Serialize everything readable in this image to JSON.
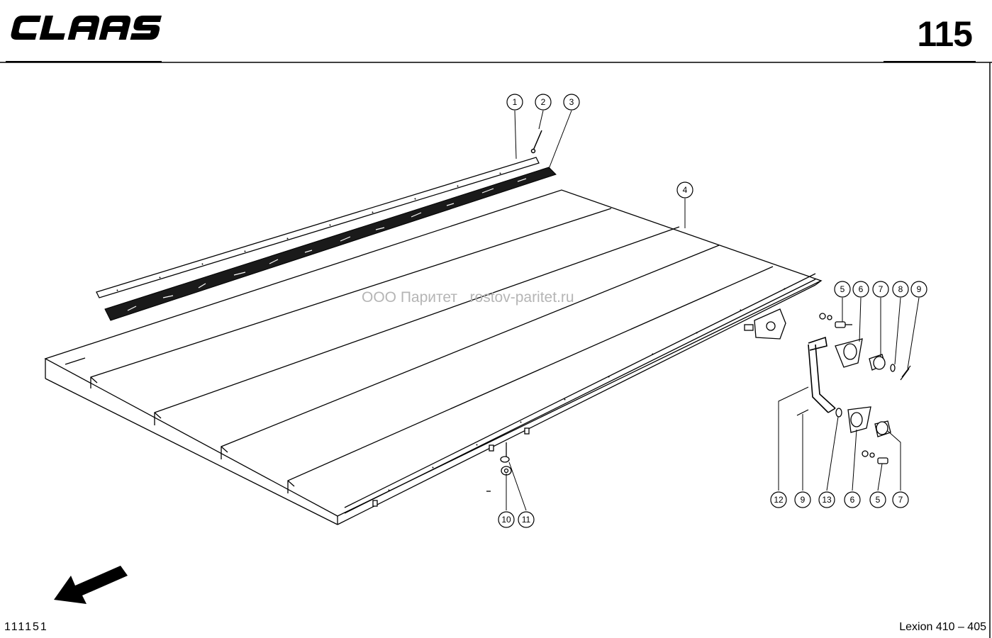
{
  "header": {
    "brand": "CLAAS",
    "page_number": "115"
  },
  "watermark": {
    "company": "ООО Паритет",
    "website": "rostov-paritet.ru"
  },
  "callouts": [
    {
      "id": "c1-top",
      "label": "1"
    },
    {
      "id": "c2-top",
      "label": "2"
    },
    {
      "id": "c3-top",
      "label": "3"
    },
    {
      "id": "c4-top",
      "label": "4"
    },
    {
      "id": "c5-top",
      "label": "5"
    },
    {
      "id": "c6-top",
      "label": "6"
    },
    {
      "id": "c7-top",
      "label": "7"
    },
    {
      "id": "c8-top",
      "label": "8"
    },
    {
      "id": "c9-top",
      "label": "9"
    },
    {
      "id": "c10",
      "label": "10"
    },
    {
      "id": "c11",
      "label": "11"
    },
    {
      "id": "c12",
      "label": "12"
    },
    {
      "id": "c9-bottom",
      "label": "9"
    },
    {
      "id": "c13",
      "label": "13"
    },
    {
      "id": "c6-bottom",
      "label": "6"
    },
    {
      "id": "c5-bottom",
      "label": "5"
    },
    {
      "id": "c7-bottom",
      "label": "7"
    }
  ],
  "footer": {
    "drawing_number": "111151",
    "model": "Lexion 410 – 405"
  }
}
